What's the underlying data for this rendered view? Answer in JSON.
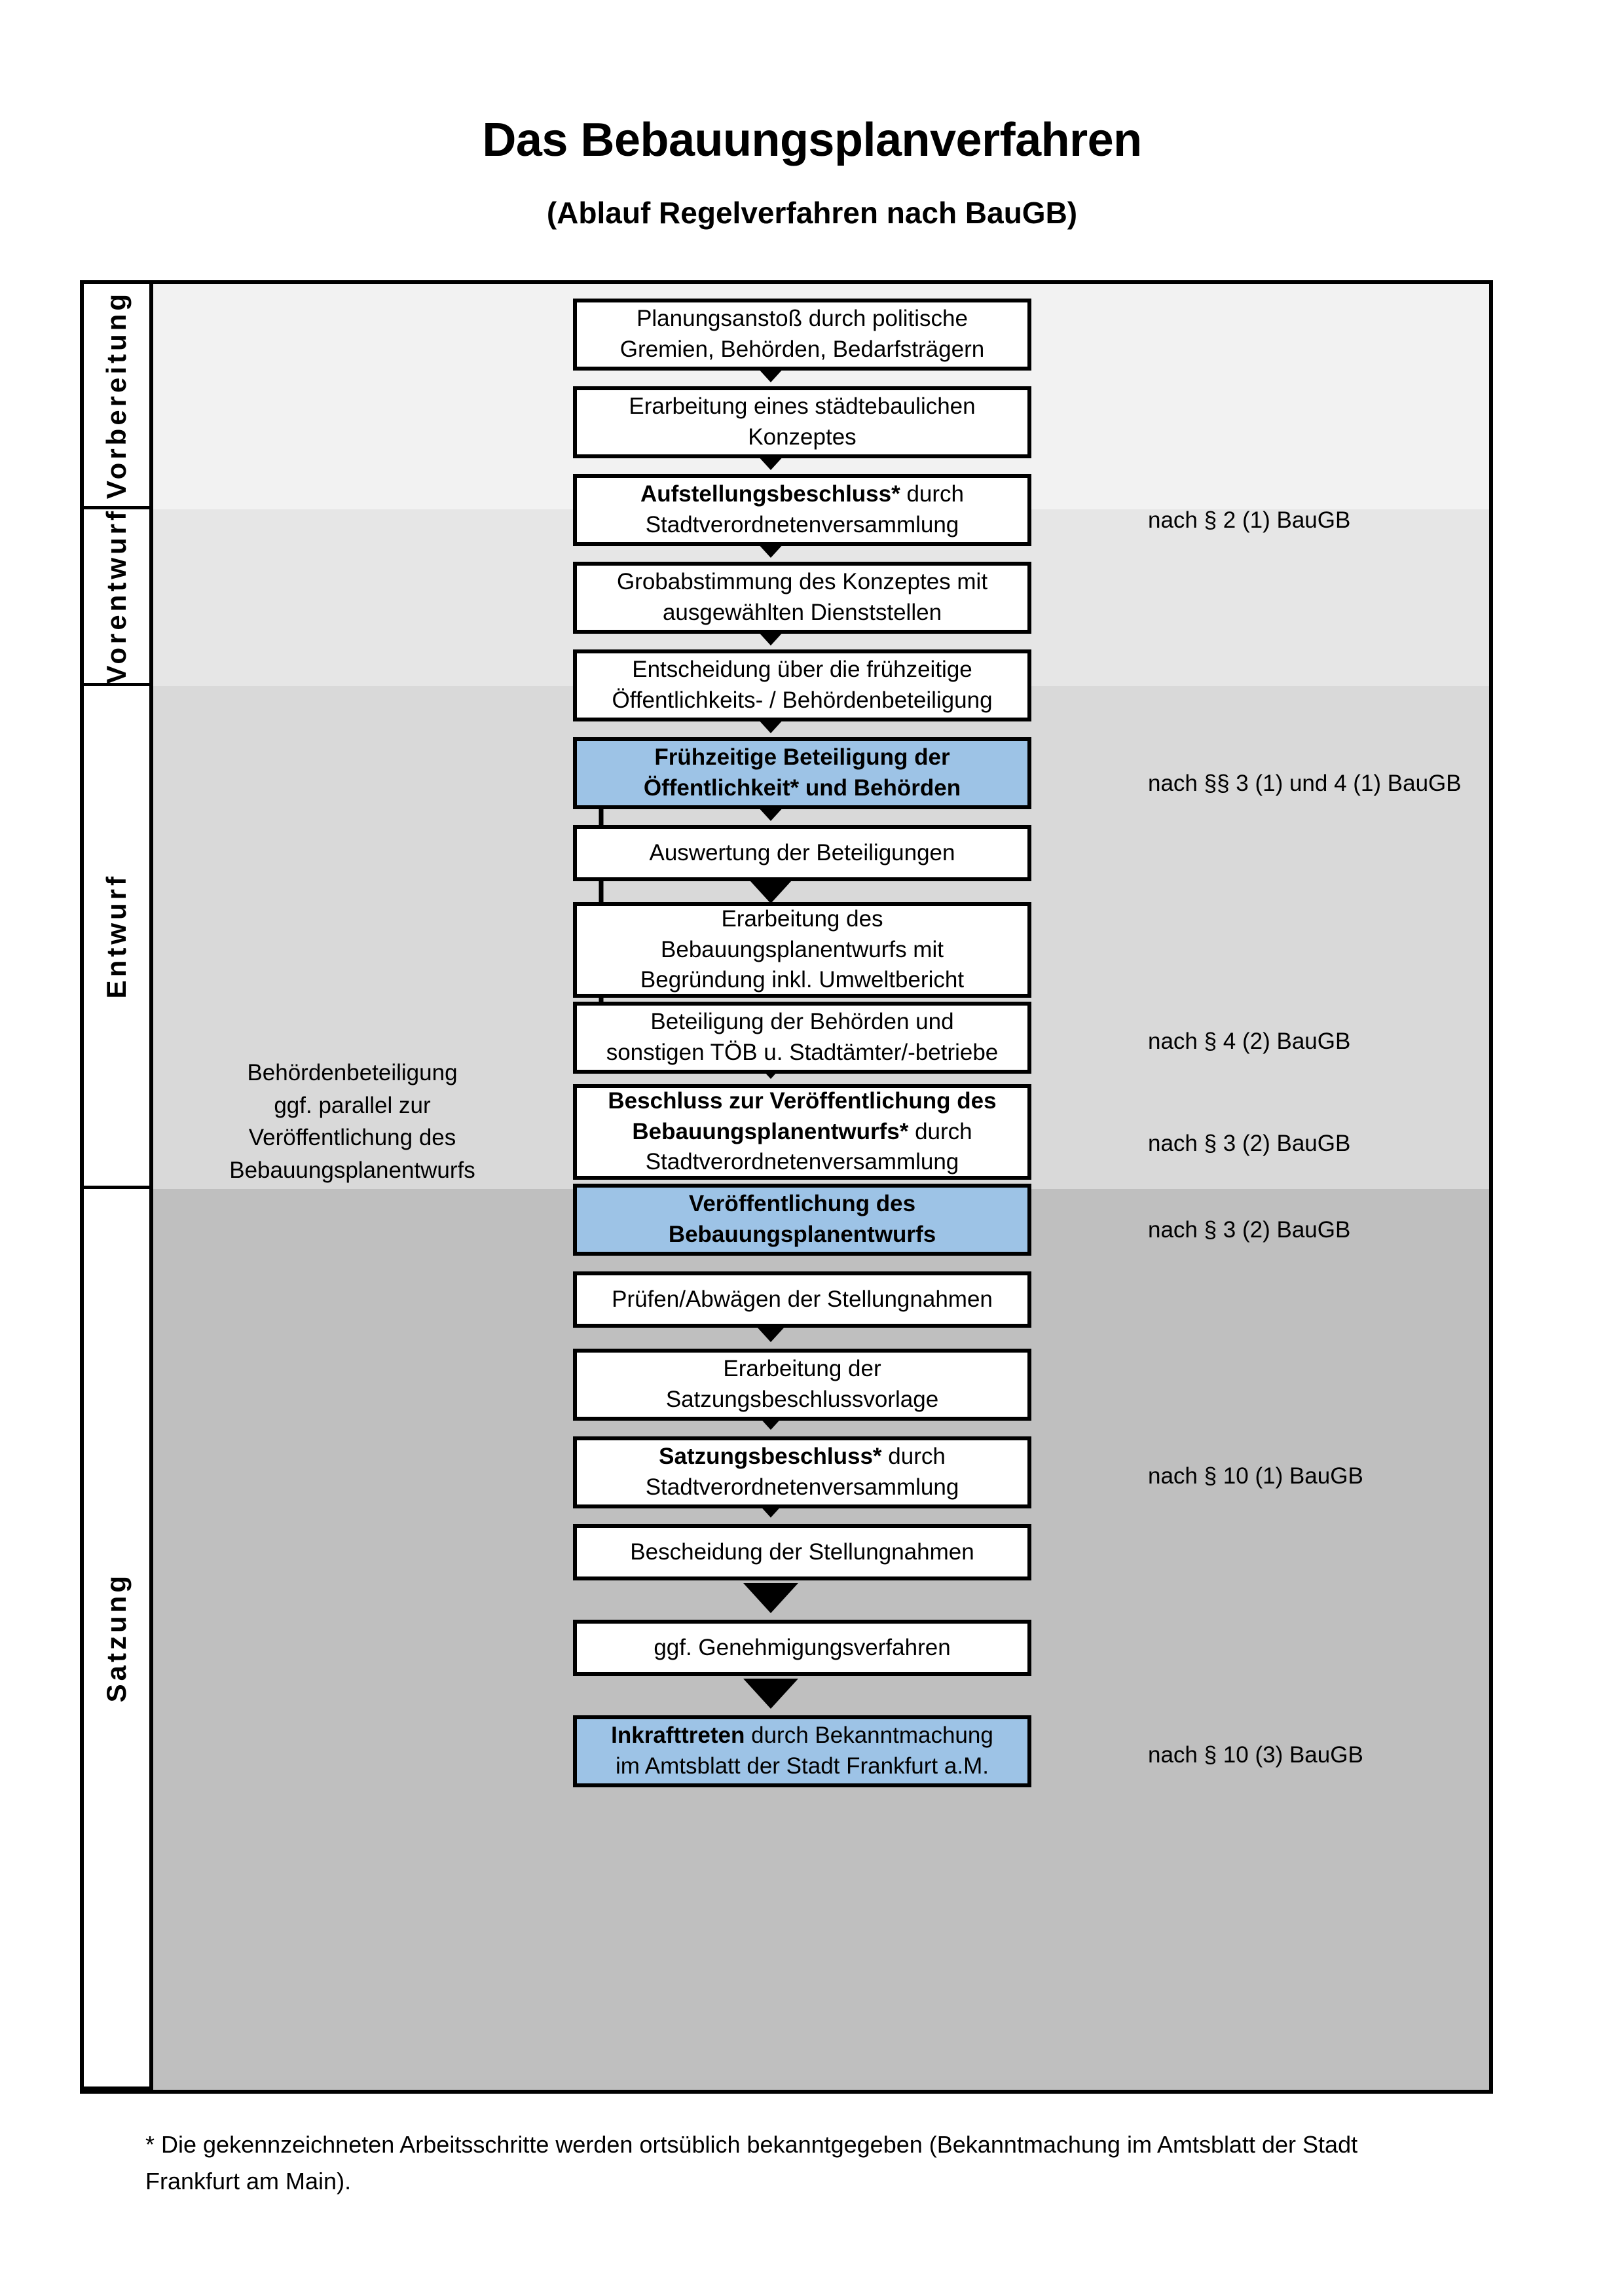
{
  "header": {
    "title": "Das Bebauungsplanverfahren",
    "subtitle": "(Ablauf Regelverfahren nach BauGB)"
  },
  "phases": [
    {
      "label": "Vorbereitung",
      "band_color": "#F2F2F2",
      "steps": [
        {
          "text": "Planungsanstoß durch politische Gremien, Behörden, Bedarfsträgern",
          "bold_prefix": "",
          "highlight": false
        },
        {
          "text": "Erarbeitung eines städtebaulichen Konzeptes",
          "bold_prefix": "",
          "highlight": false
        },
        {
          "text": "Aufstellungsbeschluss* durch Stadtverordnetenversammlung",
          "bold_prefix": "Aufstellungsbeschluss*",
          "bold_rest": " durch Stadtverordnetenversammlung",
          "highlight": false
        }
      ],
      "statutes": [
        "nach § 2 (1) BauGB"
      ]
    },
    {
      "label": "Vorentwurf",
      "band_color": "#E6E6E6",
      "steps": [
        {
          "text": "Grobabstimmung des Konzeptes mit ausgewählten Dienststellen",
          "highlight": false
        },
        {
          "text": "Entscheidung über die frühzeitige Öffentlichkeits- / Behördenbeteiligung",
          "highlight": false
        },
        {
          "text": "Frühzeitige Beteiligung der Öffentlichkeit* und Behörden",
          "highlight": true,
          "all_bold": true
        }
      ],
      "statutes": [
        "nach §§ 3 (1) und 4 (1) BauGB"
      ]
    },
    {
      "label": "Entwurf",
      "band_color": "#D9D9D9",
      "side_note": "Behördenbeteiligung ggf. parallel zur Veröffentlichung des Bebauungsplanentwurfs",
      "steps": [
        {
          "text": "Auswertung der Beteiligungen",
          "highlight": false
        },
        {
          "text": "Erarbeitung des Bebauungsplanentwurfs mit Begründung inkl. Umweltbericht",
          "highlight": false
        },
        {
          "text": "Beteiligung der Behörden und sonstigen TÖB u. Stadtämter/-betriebe",
          "highlight": false
        },
        {
          "text": "Beschluss zur Veröffentlichung des Bebauungsplanentwurfs* durch Stadtverordnetenversammlung",
          "bold_prefix": "Beschluss zur Veröffentlichung des Bebauungsplanentwurfs*",
          "bold_rest": " durch Stadtverordnetenversammlung",
          "highlight": false
        },
        {
          "text": "Veröffentlichung des Bebauungsplanentwurfs",
          "highlight": true,
          "all_bold": true
        }
      ],
      "statutes": [
        "nach § 4 (2) BauGB",
        "nach § 3 (2) BauGB",
        "nach § 3 (2) BauGB"
      ]
    },
    {
      "label": "Satzung",
      "band_color": "#BFBFBF",
      "steps": [
        {
          "text": "Prüfen/Abwägen der Stellungnahmen",
          "highlight": false
        },
        {
          "text": "Erarbeitung der Satzungsbeschlussvorlage",
          "highlight": false
        },
        {
          "text": "Satzungsbeschluss* durch Stadtverordnetenversammlung",
          "bold_prefix": "Satzungsbeschluss*",
          "bold_rest": " durch Stadtverordnetenversammlung",
          "highlight": false
        },
        {
          "text": "Bescheidung der Stellungnahmen",
          "highlight": false
        },
        {
          "text": "ggf. Genehmigungsverfahren",
          "highlight": false
        },
        {
          "text": "Inkrafttreten durch Bekanntmachung im Amtsblatt der Stadt Frankfurt a.M.",
          "bold_prefix": "Inkrafttreten",
          "bold_rest": " durch Bekanntmachung im Amtsblatt der Stadt Frankfurt a.M.",
          "highlight": true
        }
      ],
      "statutes": [
        "nach § 10 (1) BauGB",
        "nach § 10 (3) BauGB"
      ]
    }
  ],
  "boxes": {
    "b1_1_a": "Planungsanstoß durch politische",
    "b1_1_b": "Gremien, Behörden, Bedarfsträgern",
    "b1_2_a": "Erarbeitung eines städtebaulichen",
    "b1_2_b": "Konzeptes",
    "b1_3_bold": "Aufstellungsbeschluss*",
    "b1_3_rest": " durch",
    "b1_3_b": "Stadtverordnetenversammlung",
    "b2_1_a": "Grobabstimmung des Konzeptes mit",
    "b2_1_b": "ausgewählten Dienststellen",
    "b2_2_a": "Entscheidung über die frühzeitige",
    "b2_2_b": "Öffentlichkeits- / Behördenbeteiligung",
    "b2_3_a": "Frühzeitige Beteiligung der",
    "b2_3_b": "Öffentlichkeit* und Behörden",
    "b3_1": "Auswertung der Beteiligungen",
    "b3_2_a": "Erarbeitung des",
    "b3_2_b": "Bebauungsplanentwurfs mit",
    "b3_2_c": "Begründung inkl. Umweltbericht",
    "b3_3_a": "Beteiligung der Behörden und",
    "b3_3_b": "sonstigen TÖB u. Stadtämter/-betriebe",
    "b3_4_a": "Beschluss zur Veröffentlichung des",
    "b3_4_bold": "Bebauungsplanentwurfs*",
    "b3_4_rest": " durch",
    "b3_4_c": "Stadtverordnetenversammlung",
    "b3_5_a": "Veröffentlichung des",
    "b3_5_b": "Bebauungsplanentwurfs",
    "b4_1": "Prüfen/Abwägen der Stellungnahmen",
    "b4_2_a": "Erarbeitung der",
    "b4_2_b": "Satzungsbeschlussvorlage",
    "b4_3_bold": "Satzungsbeschluss*",
    "b4_3_rest": " durch",
    "b4_3_b": "Stadtverordnetenversammlung",
    "b4_4": "Bescheidung der Stellungnahmen",
    "b4_5": "ggf. Genehmigungsverfahren",
    "b4_6_bold": "Inkrafttreten",
    "b4_6_rest": " durch Bekanntmachung",
    "b4_6_b": "im Amtsblatt der Stadt Frankfurt a.M."
  },
  "side_note": {
    "l1": "Behördenbeteiligung",
    "l2": "ggf. parallel zur",
    "l3": "Veröffentlichung des",
    "l4": "Bebauungsplanentwurfs"
  },
  "statutes": {
    "s1": "nach § 2 (1) BauGB",
    "s2": "nach §§ 3 (1) und 4 (1) BauGB",
    "s3": "nach § 4 (2) BauGB",
    "s4": "nach § 3 (2) BauGB",
    "s5": "nach § 3 (2) BauGB",
    "s6": "nach § 10 (1) BauGB",
    "s7": "nach § 10 (3) BauGB"
  },
  "footnote": {
    "l1": "* Die gekennzeichneten Arbeitsschritte werden ortsüblich bekanntgegeben (Bekanntmachung im Amtsblatt  der Stadt",
    "l2": "Frankfurt am Main)."
  },
  "colors": {
    "highlight_blue": "#9DC3E6",
    "band_1": "#F2F2F2",
    "band_2": "#E6E6E6",
    "band_3": "#D9D9D9",
    "band_4": "#BFBFBF",
    "line": "#000000"
  }
}
